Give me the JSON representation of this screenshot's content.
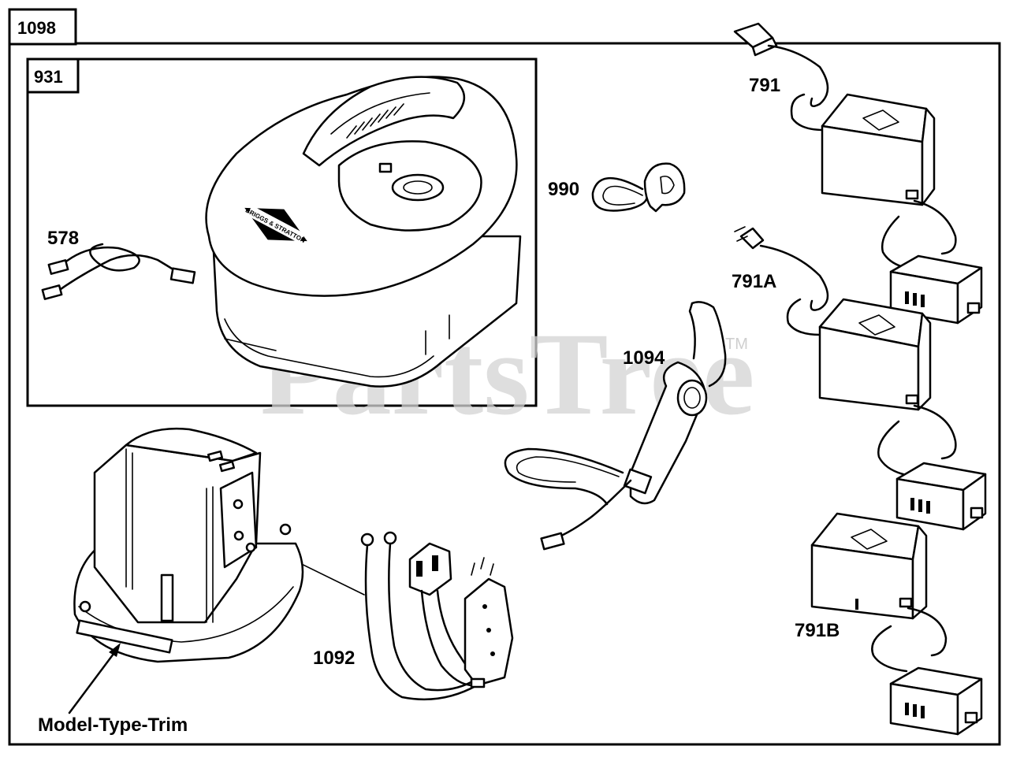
{
  "diagram": {
    "outer_box_label": "1098",
    "inner_box_label": "931",
    "watermark": "PartsTree",
    "watermark_tm": "TM",
    "parts": [
      {
        "id": "578",
        "label": "578"
      },
      {
        "id": "990",
        "label": "990"
      },
      {
        "id": "791",
        "label": "791"
      },
      {
        "id": "791A",
        "label": "791A"
      },
      {
        "id": "791B",
        "label": "791B"
      },
      {
        "id": "1094",
        "label": "1094"
      },
      {
        "id": "1092",
        "label": "1092"
      }
    ],
    "engine_callout": "Model-Type-Trim",
    "emblem_text": "BRIGGS & STRATTON"
  }
}
